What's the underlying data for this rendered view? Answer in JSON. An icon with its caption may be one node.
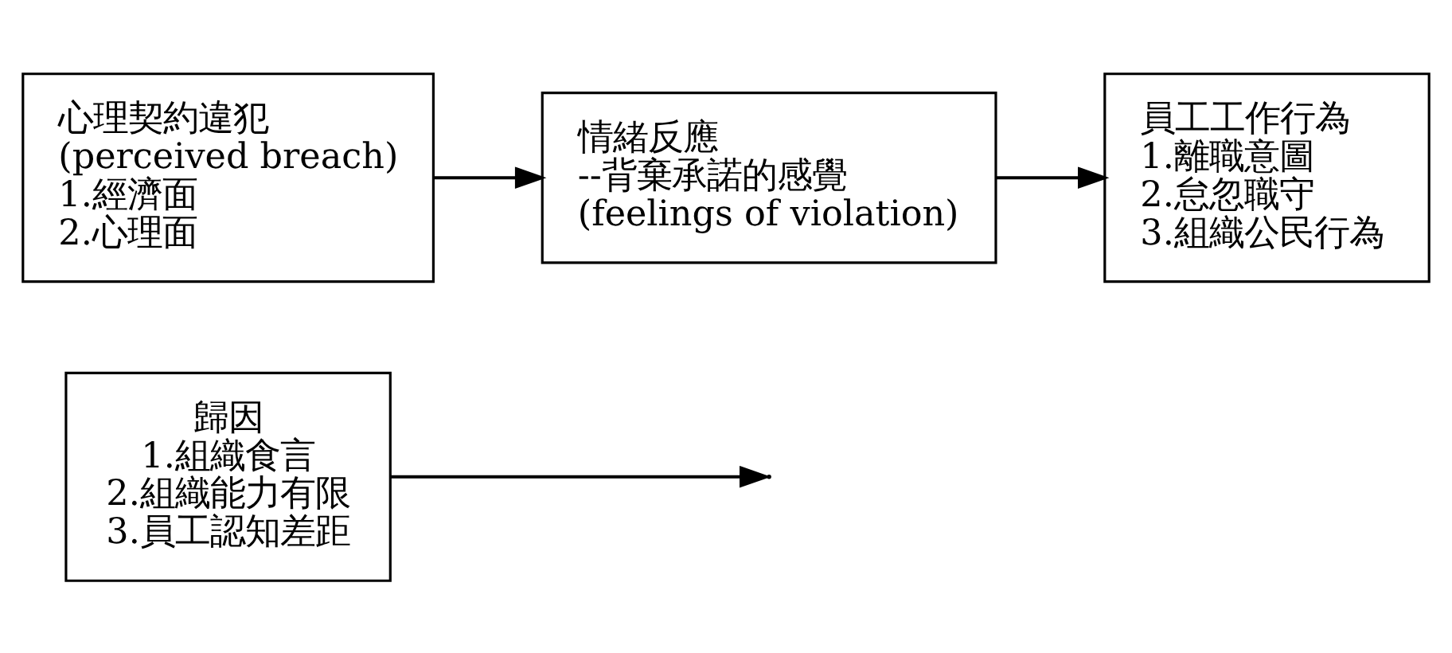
{
  "diagram": {
    "nodes": [
      {
        "text": [
          "歸因",
          "1.組織食言",
          "2.組織能力有限",
          "3.員工認知差距"
        ]
      },
      {
        "text": [
          "心理契約違犯",
          "(perceived breach)",
          "1.經濟面",
          "2.心理面"
        ]
      },
      {
        "text": [
          "情緒反應",
          "--背棄承諾的感覺",
          "(feelings of violation)"
        ]
      },
      {
        "text": [
          "員工工作行為",
          "1.離職意圖",
          "2.怠忽職守",
          "3.組織公民行為"
        ]
      }
    ],
    "edges": [
      {
        "from": 1,
        "to": 2,
        "arrow": "to"
      },
      {
        "from": 0,
        "to": null,
        "arrow": "to"
      },
      {
        "from": 2,
        "to": 3,
        "arrow": "to"
      }
    ]
  }
}
